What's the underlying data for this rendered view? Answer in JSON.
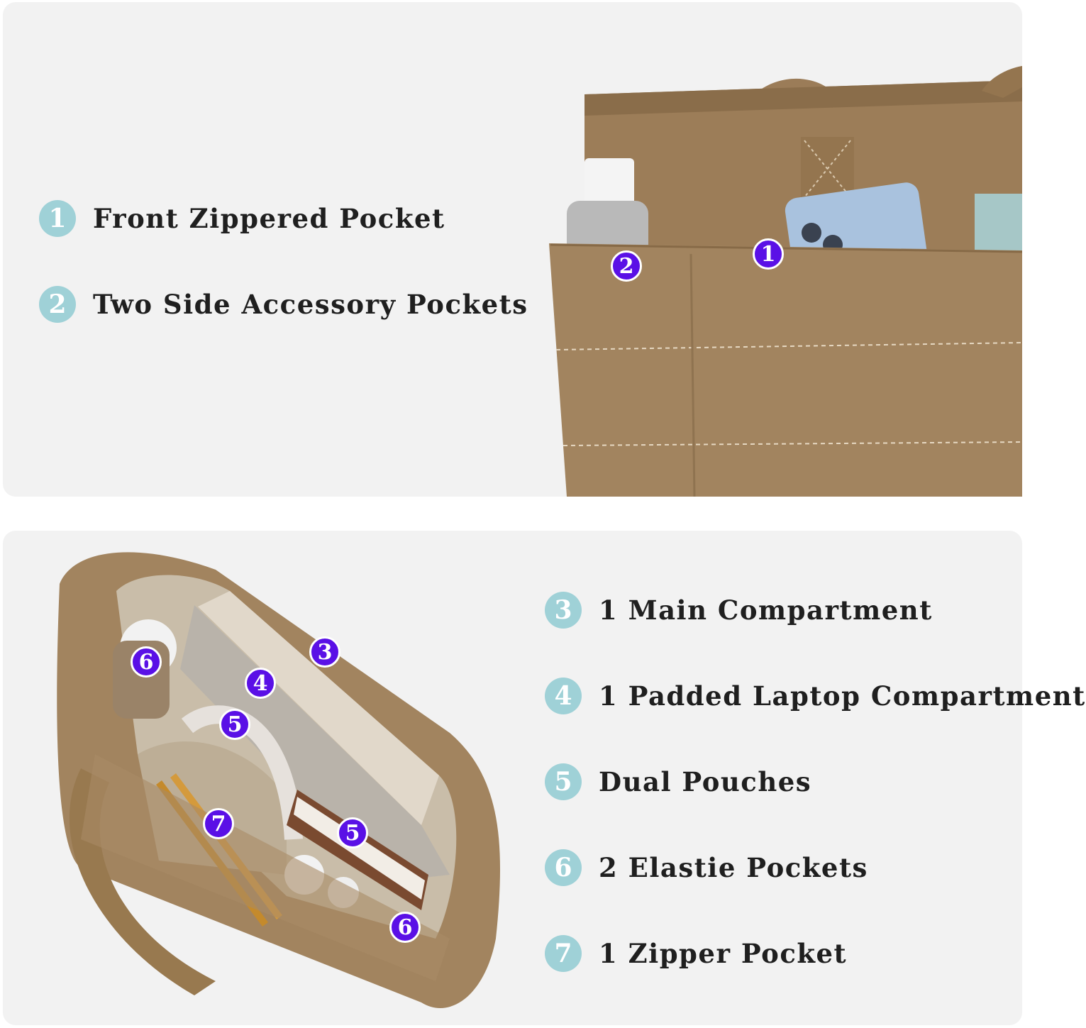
{
  "colors": {
    "panel_background": "#f2f2f2",
    "number_circle": "#9fd1d7",
    "marker": "#5a10e6",
    "bag": "#a2845f",
    "text": "#1f1f1f"
  },
  "top_features": [
    {
      "number": "1",
      "label": "Front Zippered Pocket"
    },
    {
      "number": "2",
      "label": "Two Side Accessory Pockets"
    }
  ],
  "bottom_features": [
    {
      "number": "3",
      "label": "1 Main Compartment"
    },
    {
      "number": "4",
      "label": "1 Padded Laptop Compartment"
    },
    {
      "number": "5",
      "label": "Dual Pouches"
    },
    {
      "number": "6",
      "label": "2 Elastie Pockets"
    },
    {
      "number": "7",
      "label": "1 Zipper Pocket"
    }
  ],
  "top_photo_markers": [
    "1",
    "2"
  ],
  "bottom_photo_markers": [
    "3",
    "4",
    "5",
    "5",
    "6",
    "6",
    "7"
  ]
}
